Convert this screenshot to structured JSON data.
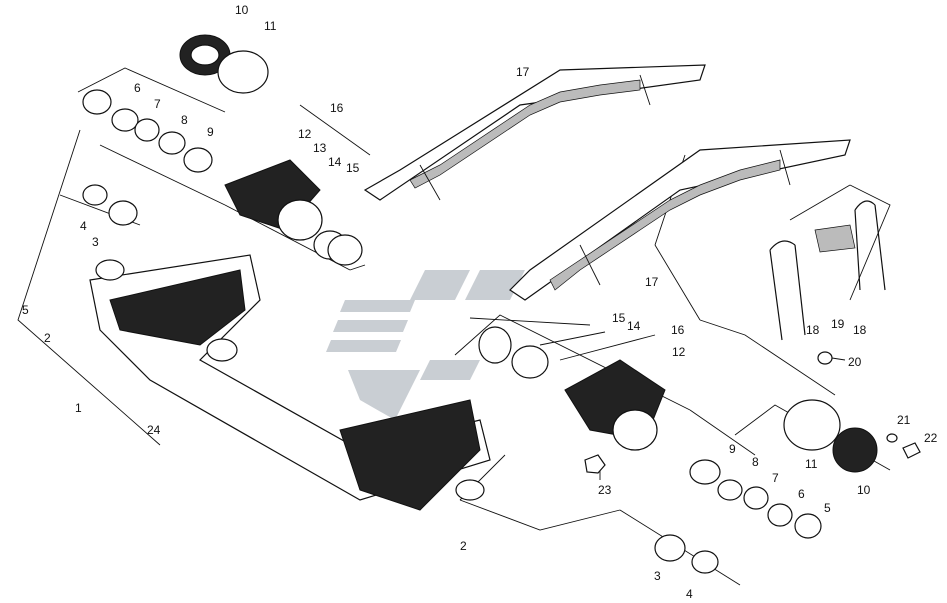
{
  "callouts": {
    "c1": "1",
    "c2a": "2",
    "c2b": "2",
    "c3a": "3",
    "c3b": "3",
    "c4a": "4",
    "c4b": "4",
    "c5a": "5",
    "c5b": "5",
    "c6a": "6",
    "c6b": "6",
    "c7a": "7",
    "c7b": "7",
    "c8a": "8",
    "c8b": "8",
    "c9a": "9",
    "c9b": "9",
    "c10a": "10",
    "c10b": "10",
    "c11a": "11",
    "c11b": "11",
    "c12a": "12",
    "c12b": "12",
    "c13": "13",
    "c14a": "14",
    "c14b": "14",
    "c15a": "15",
    "c15b": "15",
    "c16a": "16",
    "c16b": "16",
    "c17a": "17",
    "c17b": "17",
    "c18a": "18",
    "c18b": "18",
    "c19": "19",
    "c20": "20",
    "c21": "21",
    "c22": "22",
    "c23": "23",
    "c24": "24"
  },
  "colors": {
    "line": "#111111",
    "watermark": "#c9ced3"
  },
  "icons": {
    "watermark": "watermark-logo"
  }
}
